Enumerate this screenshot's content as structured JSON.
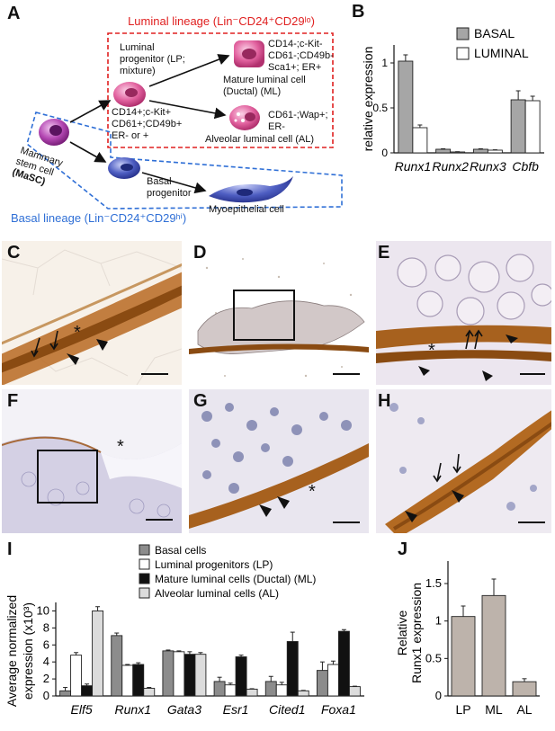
{
  "panels": {
    "A": "A",
    "B": "B",
    "C": "C",
    "D": "D",
    "E": "E",
    "F": "F",
    "G": "G",
    "H": "H",
    "I": "I",
    "J": "J"
  },
  "diagram": {
    "luminal_lineage": "Luminal lineage (Lin⁻CD24⁺CD29ˡᵒ)",
    "basal_lineage": "Basal lineage (Lin⁻CD24⁺CD29ʰⁱ)",
    "masc_l1": "Mammary",
    "masc_l2": "stem cell",
    "masc_l3": "(MaSC)",
    "lp_l1": "Luminal",
    "lp_l2": "progenitor (LP;",
    "lp_l3": "mixture)",
    "lp_markers_l1": "CD14+;c-Kit+",
    "lp_markers_l2": "CD61+;CD49b+",
    "lp_markers_l3": "ER- or +",
    "ml_markers_l1": "CD14-;c-Kit-",
    "ml_markers_l2": "CD61-;CD49b-",
    "ml_markers_l3": "Sca1+; ER+",
    "ml_l1": "Mature luminal cell",
    "ml_l2": "(Ductal) (ML)",
    "al_markers_l1": "CD61-;Wap+;",
    "al_markers_l2": "ER-",
    "al_l1": "Alveolar luminal cell (AL)",
    "basal_prog_l1": "Basal",
    "basal_prog_l2": "progenitor",
    "myo": "Myoepithelial cell"
  },
  "chart_data": [
    {
      "id": "B",
      "type": "bar",
      "categories": [
        "Runx1",
        "Runx2",
        "Runx3",
        "Cbfb"
      ],
      "series": [
        {
          "name": "BASAL",
          "values": [
            1.02,
            0.04,
            0.04,
            0.59
          ],
          "errors": [
            0.07,
            0.005,
            0.005,
            0.1
          ],
          "color": "#a6a6a6"
        },
        {
          "name": "LUMINAL",
          "values": [
            0.28,
            0.01,
            0.03,
            0.58
          ],
          "errors": [
            0.03,
            0.003,
            0.004,
            0.05
          ],
          "color": "#ffffff"
        }
      ],
      "ylabel": "relative expression",
      "ylim": [
        0,
        1.2
      ],
      "yticks": [
        "0",
        "0.5",
        "1"
      ],
      "legend": "top-right"
    },
    {
      "id": "I",
      "type": "bar",
      "categories": [
        "Elf5",
        "Runx1",
        "Gata3",
        "Esr1",
        "Cited1",
        "Foxa1"
      ],
      "series": [
        {
          "name": "Basal cells",
          "values": [
            0.6,
            7.1,
            5.3,
            1.7,
            1.7,
            3.0
          ],
          "errors": [
            0.4,
            0.3,
            0.1,
            0.5,
            0.6,
            1.0
          ],
          "color": "#8c8c8c"
        },
        {
          "name": "Luminal progenitors (LP)",
          "values": [
            4.8,
            3.6,
            5.2,
            1.3,
            1.3,
            3.7
          ],
          "errors": [
            0.3,
            0.1,
            0.1,
            0.2,
            0.3,
            0.4
          ],
          "color": "#ffffff"
        },
        {
          "name": "Mature luminal cells (Ductal) (ML)",
          "values": [
            1.2,
            3.7,
            4.9,
            4.6,
            6.4,
            7.6
          ],
          "errors": [
            0.2,
            0.2,
            0.3,
            0.2,
            1.1,
            0.2
          ],
          "color": "#111111"
        },
        {
          "name": "Alveolar luminal cells (AL)",
          "values": [
            10.0,
            0.9,
            4.9,
            0.8,
            0.6,
            1.1
          ],
          "errors": [
            0.5,
            0.1,
            0.2,
            0.05,
            0.05,
            0.05
          ],
          "color": "#dcdcdc"
        }
      ],
      "ylabel_l1": "Average normalized",
      "ylabel_l2": "expression (x10³)",
      "ylim": [
        0,
        11
      ],
      "yticks": [
        "0",
        "2",
        "4",
        "6",
        "8",
        "10"
      ],
      "legend": "top"
    },
    {
      "id": "J",
      "type": "bar",
      "categories": [
        "LP",
        "ML",
        "AL"
      ],
      "series": [
        {
          "name": "",
          "values": [
            1.06,
            1.34,
            0.19
          ],
          "errors": [
            0.14,
            0.22,
            0.04
          ],
          "color": "#bdb3ab"
        }
      ],
      "ylabel_l1": "Relative",
      "ylabel_l2": "Runx1 expression",
      "ylim": [
        0,
        1.8
      ],
      "yticks": [
        "0",
        "0.5",
        "1",
        "1.5"
      ]
    }
  ],
  "colors": {
    "luminal_box": "#e02020",
    "basal_box": "#2f6fd6",
    "stain_brown": "#8a4b12",
    "stain_blue": "#8e92b8"
  }
}
